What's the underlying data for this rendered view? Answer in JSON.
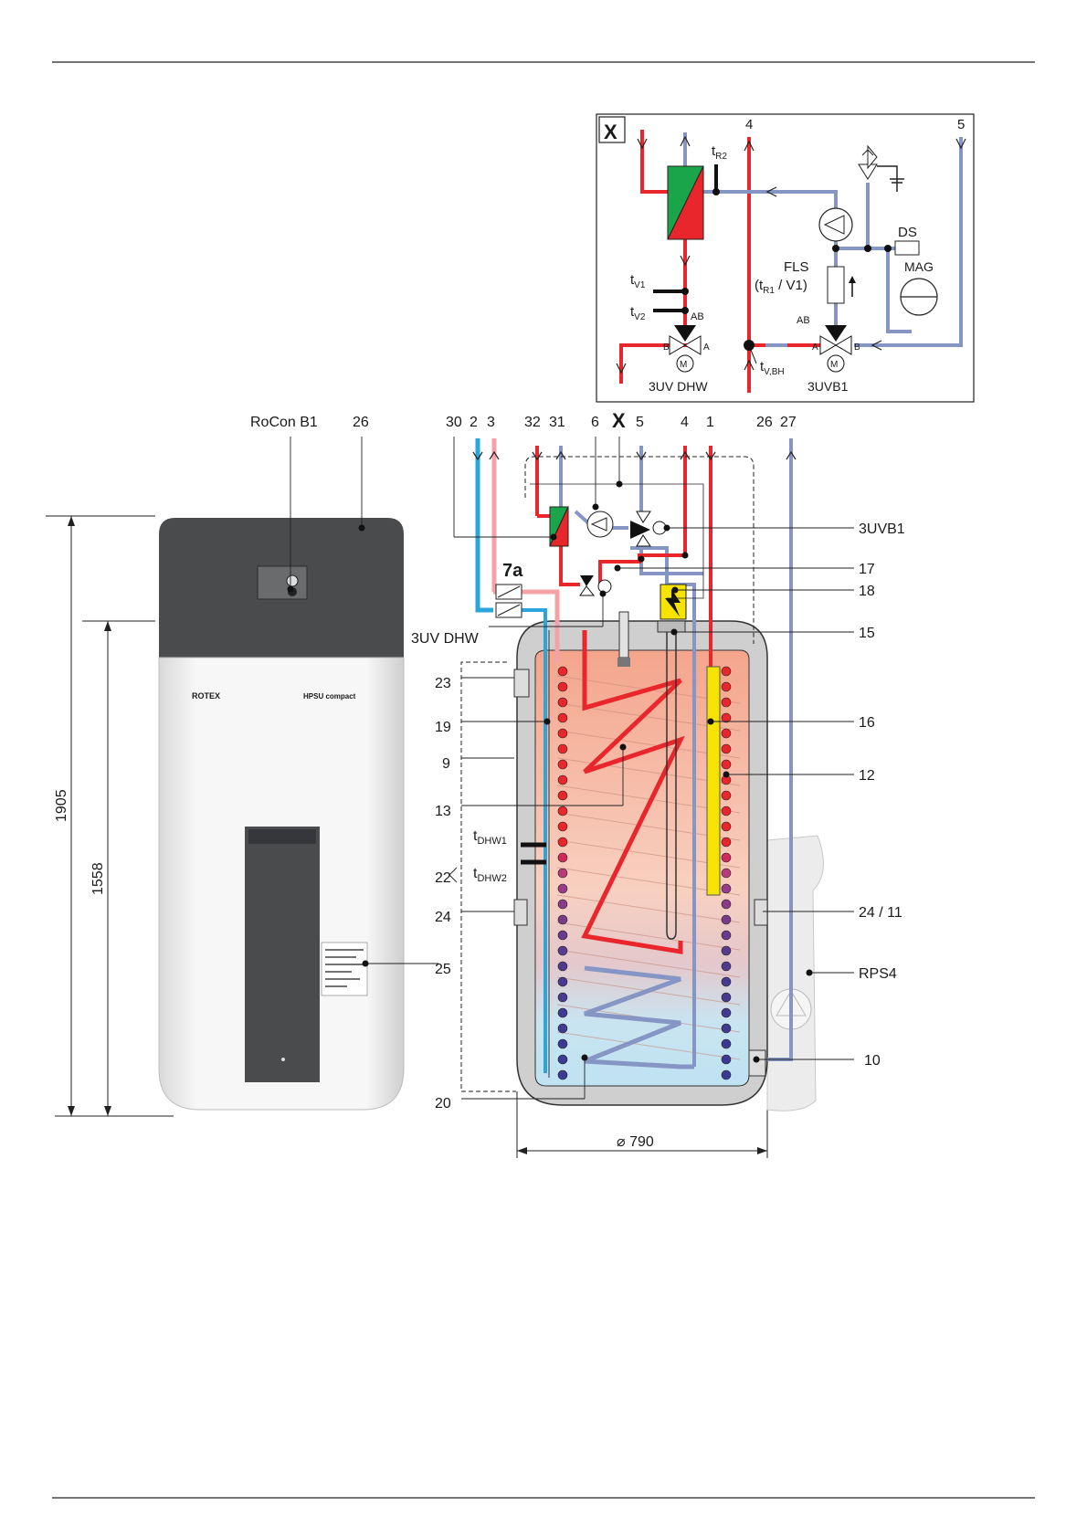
{
  "detail_x": {
    "letter": "X",
    "port_4": "4",
    "port_5": "5",
    "t_r2": {
      "main": "t",
      "sub": "R2"
    },
    "t_v1": {
      "main": "t",
      "sub": "V1"
    },
    "t_v2": {
      "main": "t",
      "sub": "V2"
    },
    "t_vbh": {
      "main": "t",
      "sub": "V,BH"
    },
    "ds": "DS",
    "mag": "MAG",
    "fls": "FLS",
    "fls_sub_open": "(t",
    "fls_sub_r1": "R1",
    "fls_sub_rest": " / V1)",
    "valve_ab_left": "AB",
    "valve_ab_right": "AB",
    "valve_b": "B",
    "valve_a": "A",
    "motor": "M",
    "label_3uv_dhw": "3UV DHW",
    "label_3uvb1": "3UVB1"
  },
  "top_labels": {
    "rocon": "RoCon B1",
    "n26a": "26",
    "n30": "30",
    "n2": "2",
    "n3": "3",
    "n32": "32",
    "n31": "31",
    "n6": "6",
    "x": "X",
    "n5": "5",
    "n4": "4",
    "n1": "1",
    "n26b": "26",
    "n27": "27"
  },
  "right_labels": {
    "n3uvb1": "3UVB1",
    "n17": "17",
    "n18": "18",
    "n15": "15",
    "n16": "16",
    "n12": "12",
    "n24_11": "24 / 11",
    "rps4": "RPS4",
    "n10": "10"
  },
  "left_labels": {
    "n7a": "7a",
    "n3uv_dhw": "3UV DHW",
    "n23": "23",
    "n19": "19",
    "n9": "9",
    "n13": "13",
    "t_dhw1": {
      "main": "t",
      "sub": "DHW1"
    },
    "t_dhw2": {
      "main": "t",
      "sub": "DHW2"
    },
    "n22": "22",
    "n24": "24",
    "n25": "25",
    "n20": "20"
  },
  "dimensions": {
    "height_total": "1905",
    "height_tank": "1558",
    "diameter": "⌀ 790"
  },
  "unit": {
    "brand": "ROTEX",
    "model": "HPSU compact"
  },
  "colors": {
    "hot": "#e8262c",
    "cold_return": "#8596c4",
    "cold_water": "#2ba6dd",
    "pink_pipe": "#f4a1a8",
    "hx_green": "#1aa54a",
    "yellow": "#f6e400",
    "casing_dark": "#4a4b4d",
    "casing_light": "#f2f2f2"
  }
}
